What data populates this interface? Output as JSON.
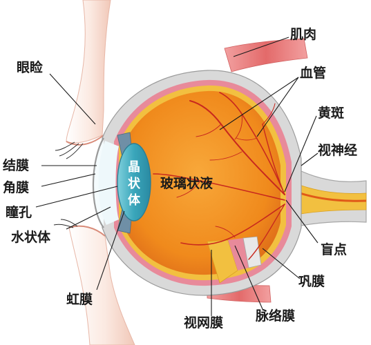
{
  "labels": {
    "eyelid": "眼睑",
    "muscle": "肌肉",
    "blood_vessel": "血管",
    "macula": "黄斑",
    "optic_nerve": "视神经",
    "conjunctiva": "结膜",
    "cornea": "角膜",
    "pupil": "瞳孔",
    "aqueous_humor": "水状体",
    "vitreous_body": "玻璃状液",
    "lens": [
      "晶",
      "状",
      "体"
    ],
    "blind_spot": "盲点",
    "sclera": "巩膜",
    "iris": "虹膜",
    "retina": "视网膜",
    "choroid": "脉络膜"
  },
  "colors": {
    "sclera_outer": "#d9d9d9",
    "choroid": "#e88a9a",
    "retina": "#f2c040",
    "vitreous": "#f08a1c",
    "lens": "#4fb6c8",
    "skin": "#f6d8cc",
    "muscle": "#e36a6a",
    "vessel": "#c8281e"
  }
}
